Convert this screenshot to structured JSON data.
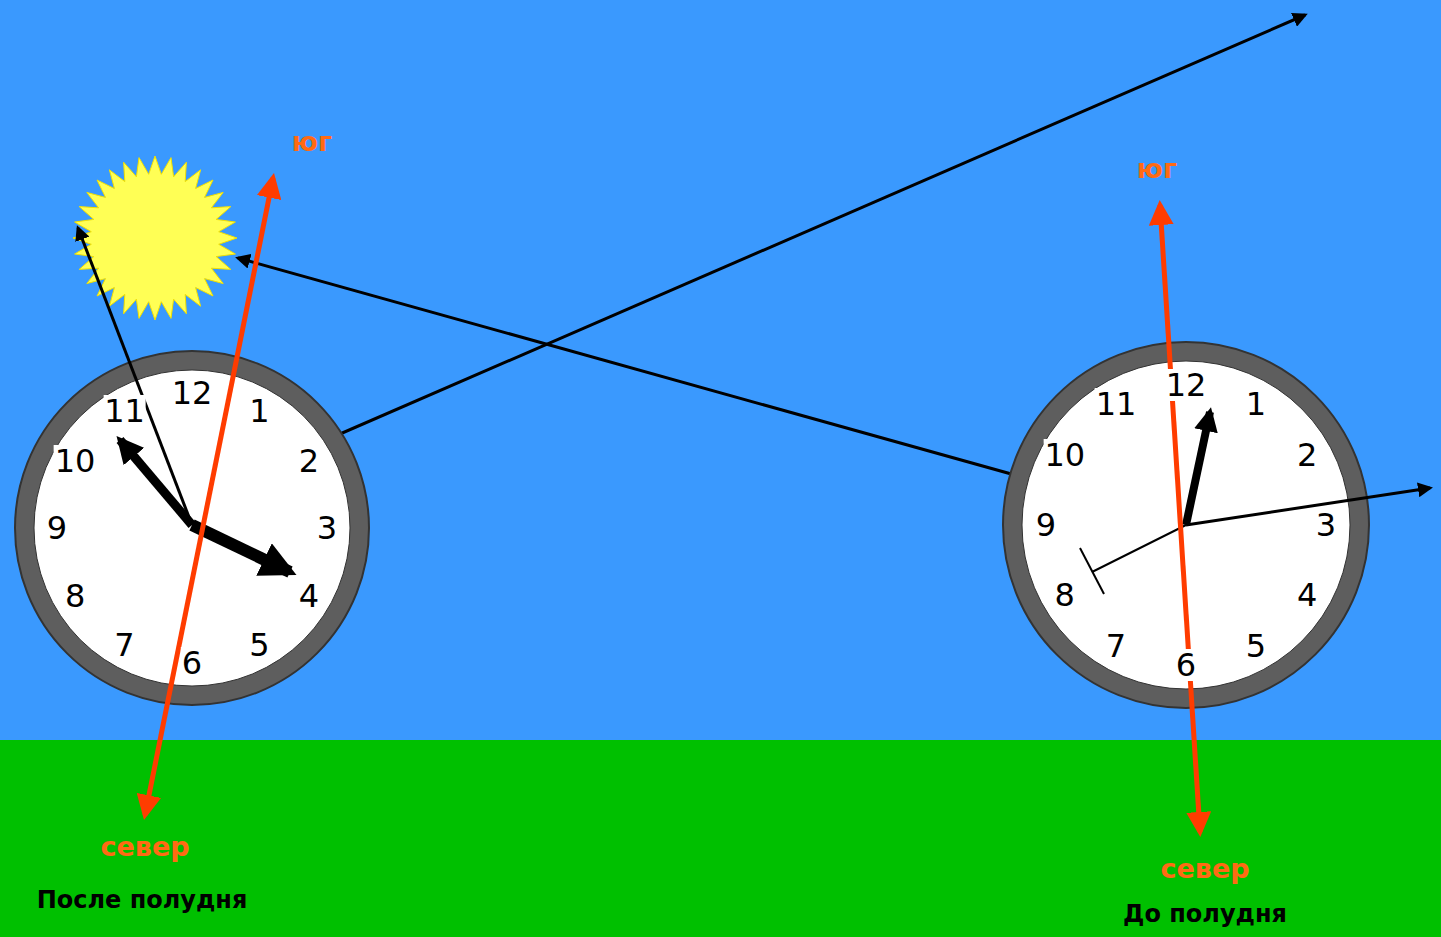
{
  "diagram": {
    "nodes": [
      {
        "text": [
          "12",
          "1",
          "2",
          "3",
          "4",
          "5",
          "6",
          "7",
          "8",
          "9",
          "10",
          "11"
        ]
      },
      {
        "text": [
          "12",
          "1",
          "2",
          "3",
          "4",
          "5",
          "6",
          "7",
          "8",
          "9",
          "10",
          "11"
        ]
      }
    ],
    "labels": [
      "юг",
      "север",
      "После полудня",
      "юг",
      "север",
      "До полудня"
    ]
  }
}
